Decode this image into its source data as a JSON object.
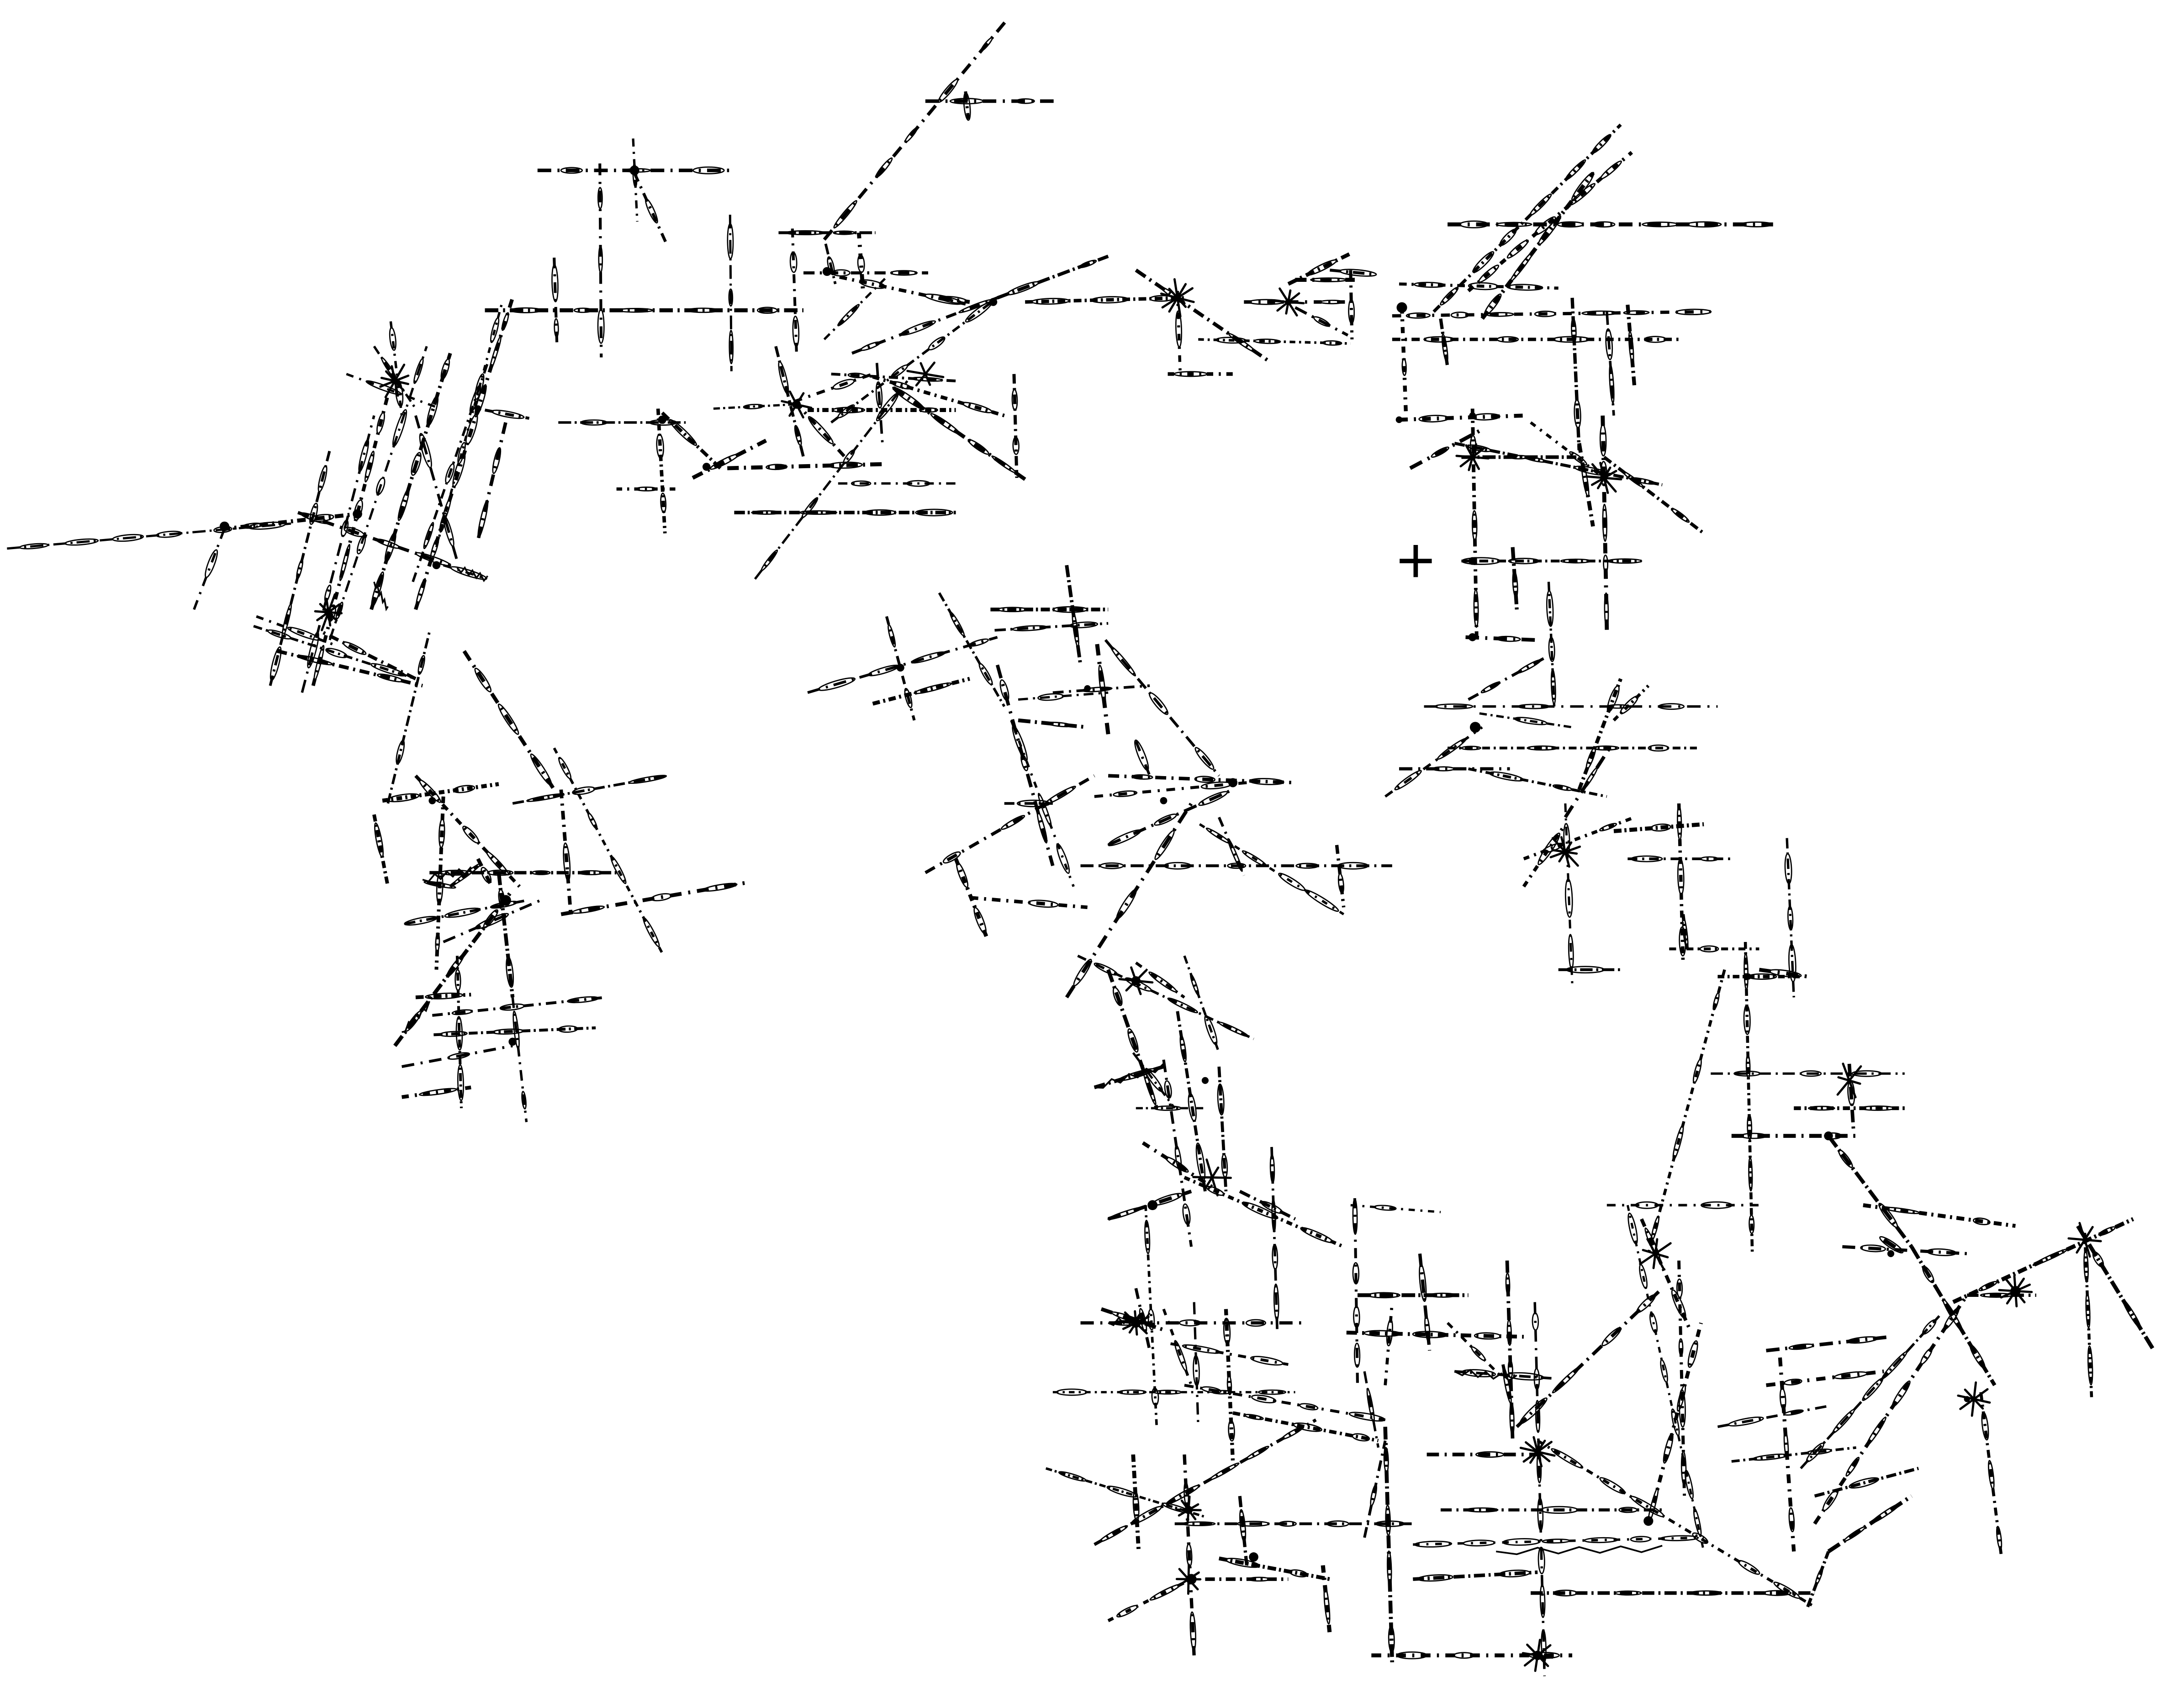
{
  "diagram": {
    "kind": "undirected-network",
    "background": "#ffffff",
    "ink": "#000000",
    "edge_style": "dash-dot with lens-shaped ticks",
    "node_style": "small filled dot or star junction",
    "labels_visible": false,
    "marker": {
      "symbol": "+",
      "icon": "plus-icon"
    }
  }
}
